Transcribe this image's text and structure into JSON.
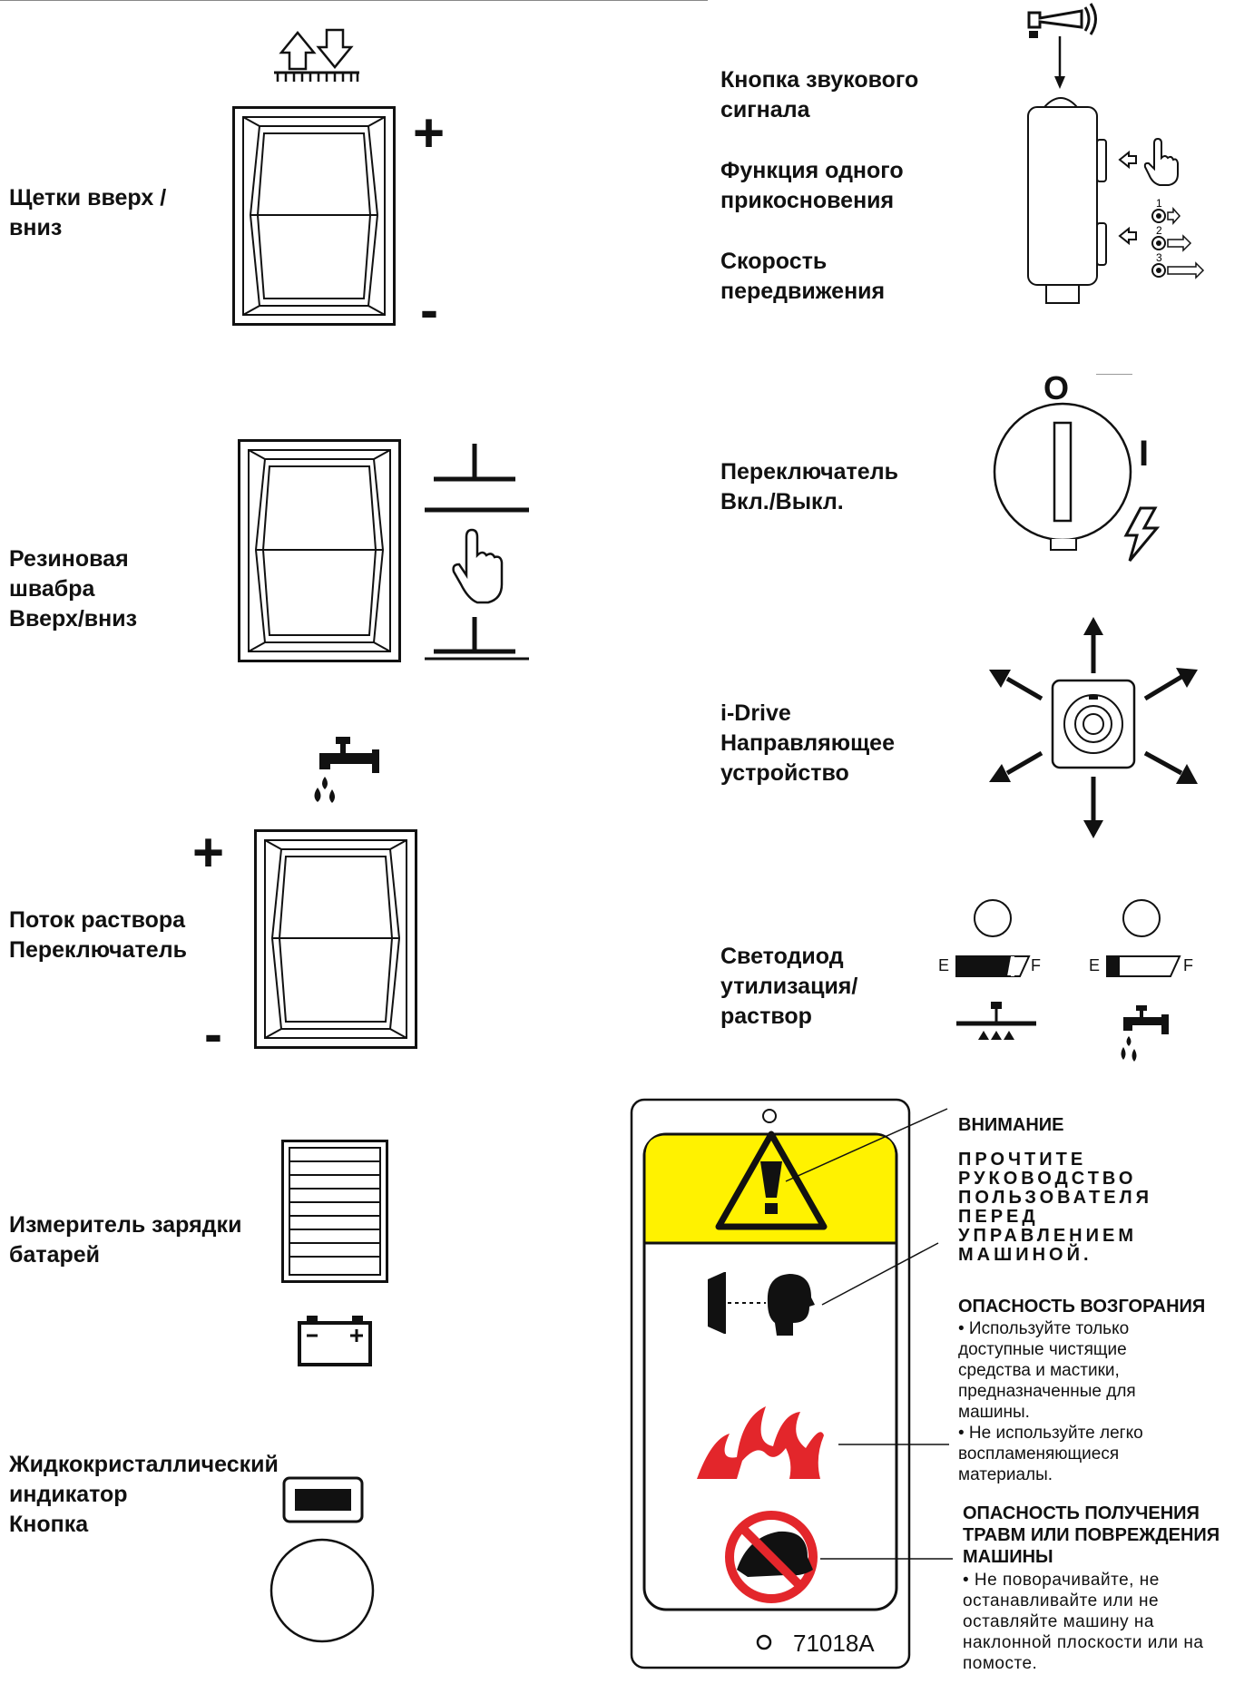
{
  "left": {
    "brushes_label": [
      "Щетки вверх /",
      "вниз"
    ],
    "squeegee_label": [
      "Резиновая",
      "швабра",
      "Вверх/вниз"
    ],
    "solution_label": [
      "Поток раствора",
      "Переключатель"
    ],
    "battery_label": [
      "Измеритель зарядки",
      "батарей"
    ],
    "lcd_label": [
      "Жидкокристаллический",
      "индикатор",
      "Кнопка"
    ],
    "plus": "+",
    "minus": "-"
  },
  "right": {
    "horn_label": [
      "Кнопка звукового",
      "сигнала"
    ],
    "onetouch_label": [
      "Функция одного",
      "прикосновения"
    ],
    "speed_label": [
      "Скорость",
      "передвижения"
    ],
    "speed_levels": [
      "1",
      "2",
      "3"
    ],
    "key_label": [
      "Переключатель",
      "Вкл./Выкл."
    ],
    "key_positions": {
      "off": "O",
      "on": "I"
    },
    "idrive_label": [
      "i-Drive",
      "Направляющее",
      "устройство"
    ],
    "led_label": [
      "Светодиод",
      "утилизация/",
      "раствор"
    ],
    "gauge_empty": "E",
    "gauge_full": "F"
  },
  "decal": {
    "number": "71018A",
    "warning_title": "ВНИМАНИЕ",
    "read_manual": [
      "ПРОЧТИТЕ",
      "РУКОВОДСТВО",
      "ПОЛЬЗОВАТЕЛЯ",
      "ПЕРЕД",
      "УПРАВЛЕНИЕМ",
      "МАШИНОЙ."
    ],
    "fire_title": "ОПАСНОСТЬ ВОЗГОРАНИЯ",
    "fire_text": [
      "• Используйте только",
      "доступные   чистящие",
      "средства  и  мастики,",
      "предназначенные для",
      "машины.",
      "• Не используйте легко",
      "воспламеняющиеся",
      "материалы."
    ],
    "injury_title": [
      "ОПАСНОСТЬ ПОЛУЧЕНИЯ",
      "ТРАВМ ИЛИ ПОВРЕЖДЕНИЯ",
      "МАШИНЫ"
    ],
    "injury_text": [
      "• Не поворачивайте, не",
      "останавливайте или не",
      "оставляйте машину на",
      "наклонной плоскости или на",
      "помосте."
    ]
  },
  "colors": {
    "warning_yellow": "#FFF200",
    "fire_red": "#E3262B",
    "prohibit_red": "#E3262B"
  }
}
